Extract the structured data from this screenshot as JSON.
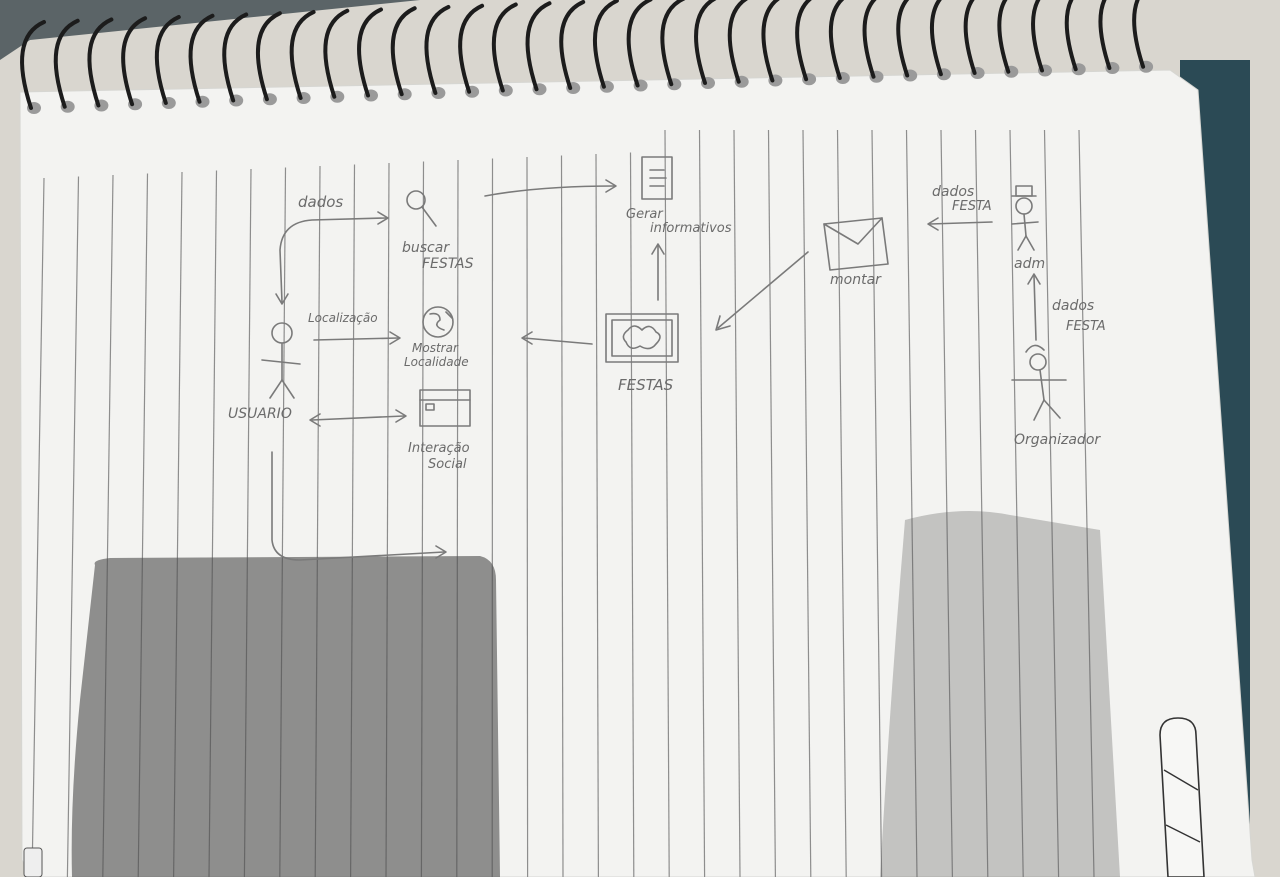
{
  "diagram": {
    "actors": {
      "usuario": "USUARIO",
      "adm": "adm",
      "organizador": "Organizador"
    },
    "nodes": {
      "buscar_festas": [
        "buscar",
        "FESTAS"
      ],
      "gerar_informativos": [
        "Gerar",
        "informativos"
      ],
      "montar": "montar",
      "mostrar_localidade": [
        "Mostrar",
        "Localidade"
      ],
      "festas": "FESTAS",
      "interacao_social": [
        "Interação",
        "Social"
      ]
    },
    "edge_labels": {
      "dados": "dados",
      "localizacao": "Localização",
      "dados_festa_top": [
        "dados",
        "FESTA"
      ],
      "dados_festa_side": [
        "dados",
        "FESTA"
      ]
    }
  },
  "colors": {
    "paper": "#f4f4f2",
    "pencil": "#6b6b6b",
    "rule_line": "#8d8d8d",
    "spiral": "#1c1c1c",
    "shadow": "#5a5a5a",
    "background": "#d9d6cf"
  }
}
